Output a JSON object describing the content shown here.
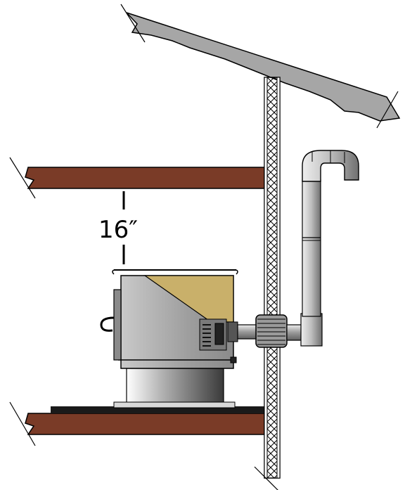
{
  "diagram": {
    "clearance_label": "16″"
  },
  "colors": {
    "roof": "#a6a6a6",
    "shelf": "#7a3b27",
    "wall_fill": "#ffffff",
    "stove_body": "#a9a9a9",
    "hopper_lid": "#c9b06a",
    "pipe": "#bdbdbd",
    "floor_pad": "#1a1a1a",
    "outline": "#000000"
  },
  "icons": [
    "roof",
    "upper-shelf",
    "lower-floor",
    "insulated-wall",
    "pellet-stove",
    "vent-pipe",
    "thimble"
  ]
}
